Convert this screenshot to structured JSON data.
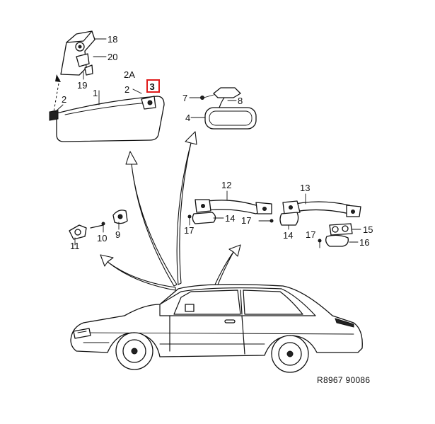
{
  "labels": {
    "p1": "1",
    "p2a": "2",
    "p2b": "2",
    "p2A": "2A",
    "p3": "3",
    "p4": "4",
    "p7": "7",
    "p8": "8",
    "p9": "9",
    "p10": "10",
    "p11": "11",
    "p12": "12",
    "p13": "13",
    "p14a": "14",
    "p14b": "14",
    "p15": "15",
    "p16": "16",
    "p17a": "17",
    "p17b": "17",
    "p17c": "17",
    "p18": "18",
    "p19": "19",
    "p20": "20"
  },
  "reference": "R8967  90086",
  "highlight": {
    "part": "3",
    "color": "#e01b1b"
  }
}
